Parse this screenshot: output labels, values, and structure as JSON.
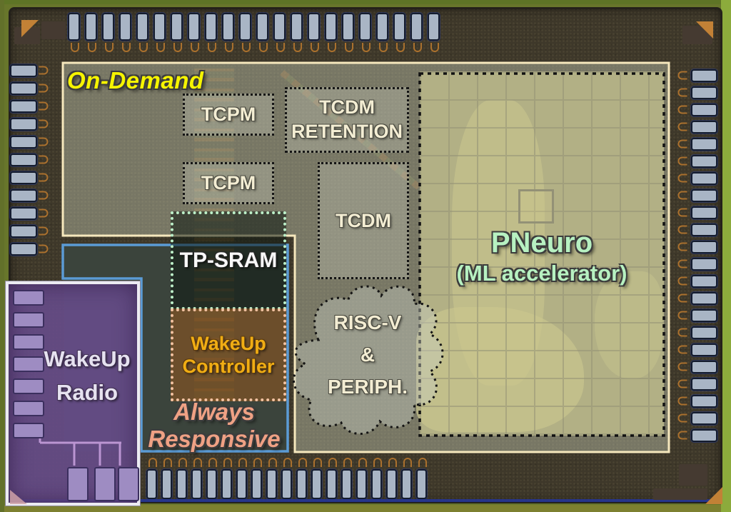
{
  "regions": {
    "on_demand": {
      "label": "On-Demand",
      "text_color": "#f6f400",
      "border_color": "#f6e8bd"
    },
    "always_responsive": {
      "line1": "Always",
      "line2": "Responsive",
      "text_color": "#efa184",
      "border_color": "#5b9bd5"
    },
    "wakeup_radio": {
      "line1": "WakeUp",
      "line2": "Radio",
      "text_color": "#e6e2f0",
      "fill_color": "#6a5284",
      "border_color": "#ecebf2"
    },
    "pneuro": {
      "line1": "PNeuro",
      "line2": "(ML accelerator)",
      "text_color": "#b7f1c1",
      "border_color": "#111111"
    }
  },
  "blocks": {
    "tcpm_top": {
      "label": "TCPM"
    },
    "tcpm_bottom": {
      "label": "TCPM"
    },
    "tcdm_retention": {
      "line1": "TCDM",
      "line2": "RETENTION"
    },
    "tcdm": {
      "label": "TCDM"
    },
    "tp_sram": {
      "label": "TP-SRAM"
    },
    "wakeup_controller": {
      "line1": "WakeUp",
      "line2": "Controller"
    },
    "riscv_periph": {
      "line1": "RISC-V",
      "line2": "&",
      "line3": "PERIPH."
    }
  }
}
